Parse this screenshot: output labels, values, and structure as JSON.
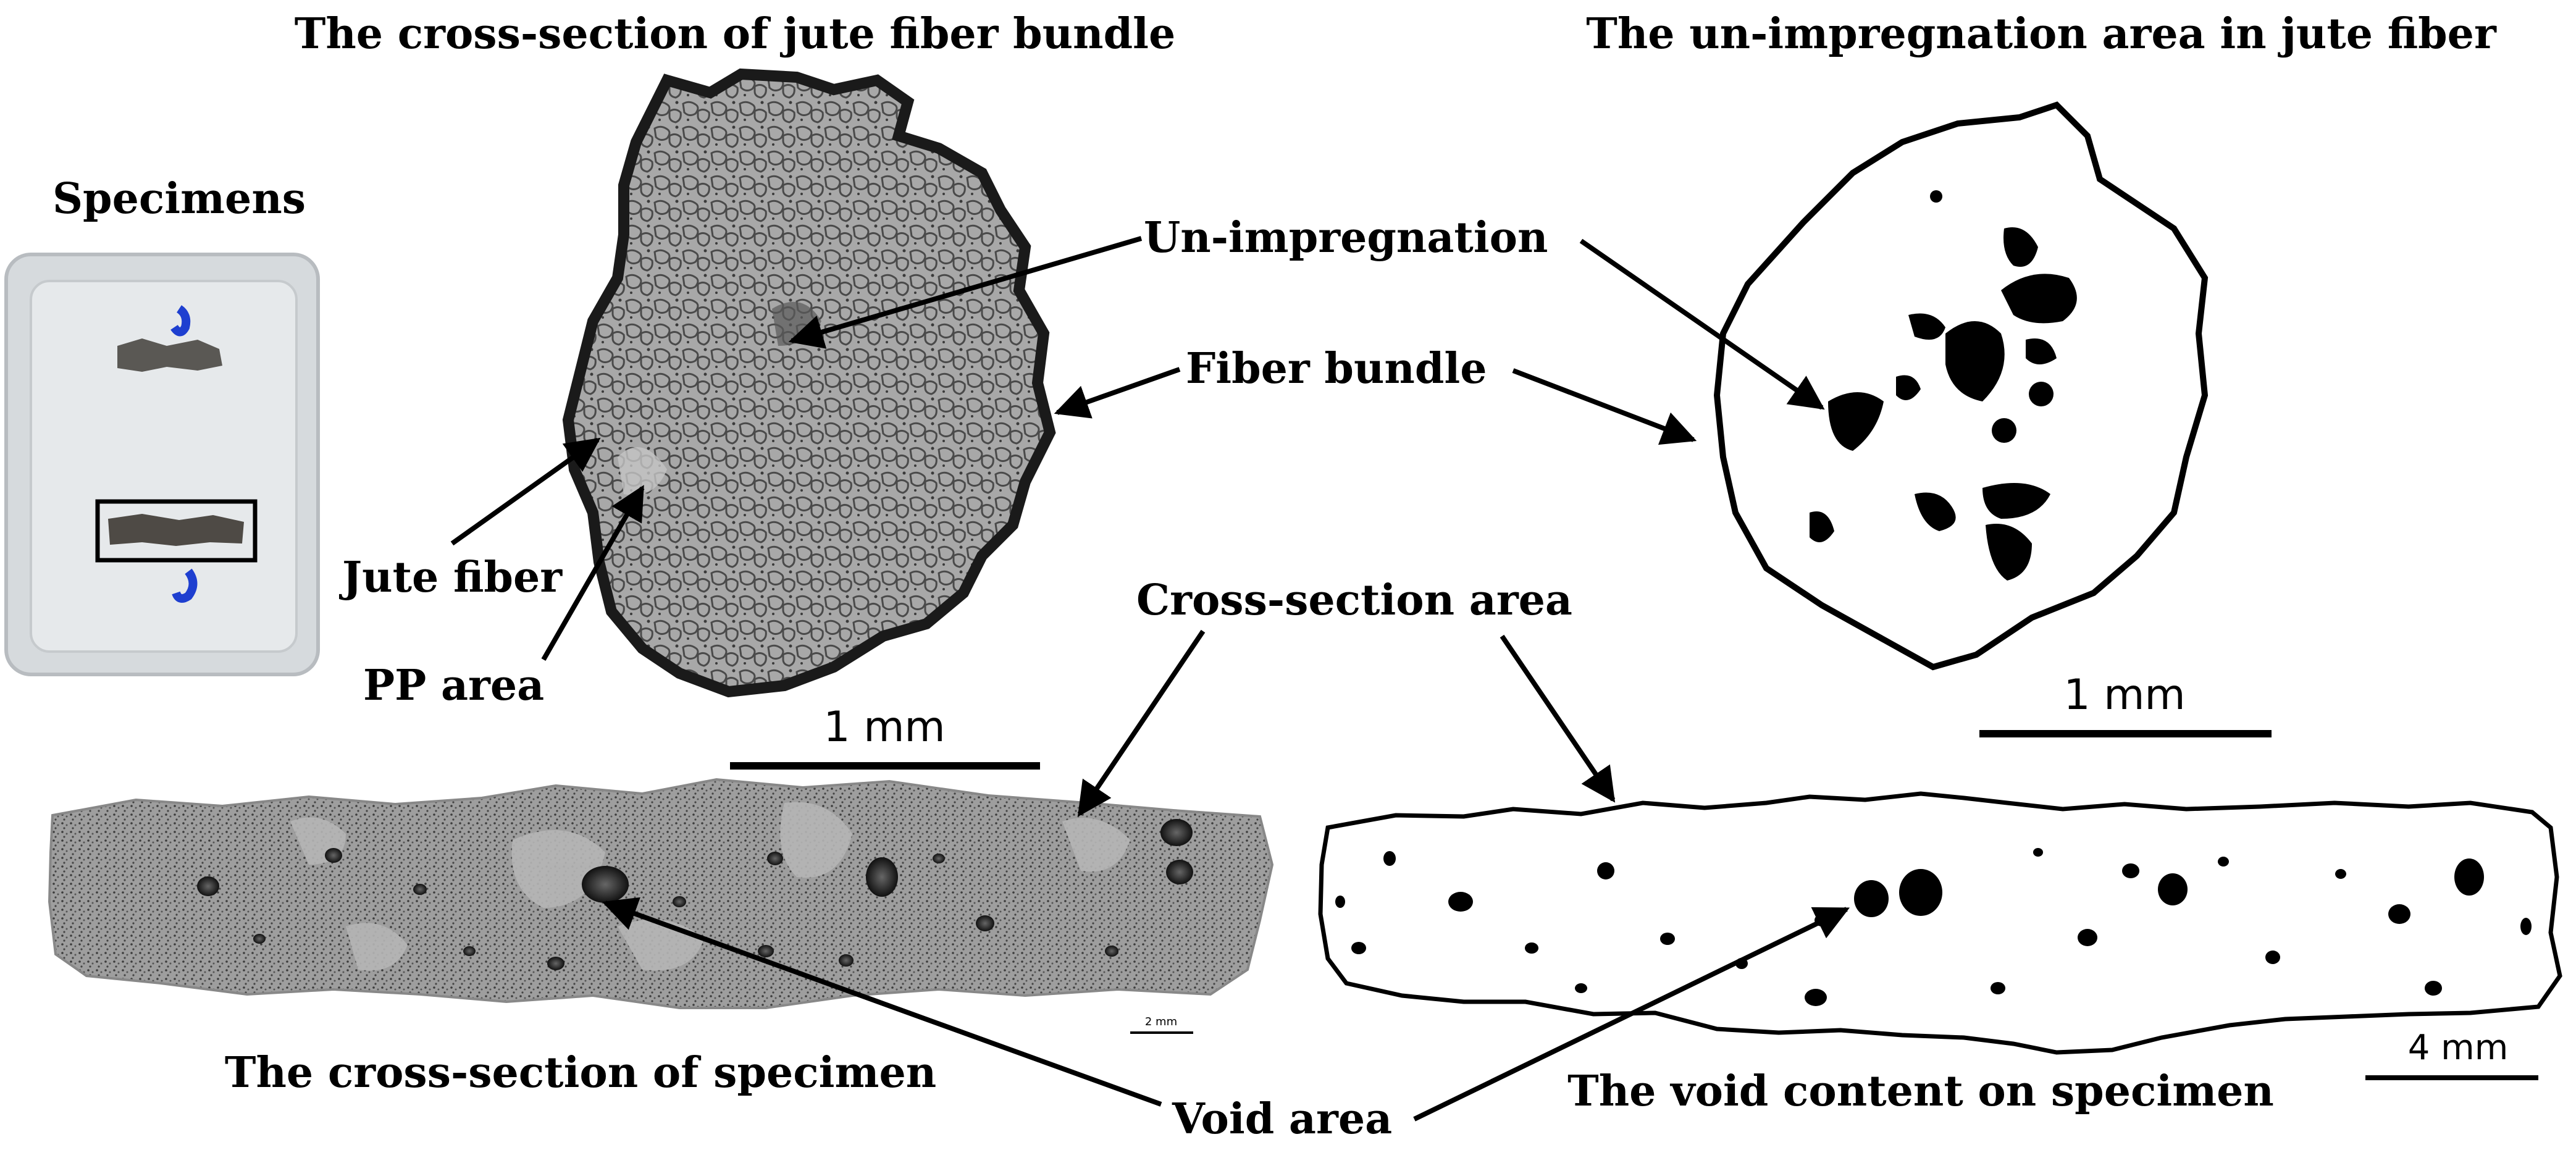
{
  "titles": {
    "bundle_cross_section": "The cross-section of jute fiber bundle",
    "unimpregnation_area": "The un-impregnation area in jute fiber",
    "specimens": "Specimens",
    "specimen_cross_section": "The cross-section of specimen",
    "void_content": "The void content on specimen"
  },
  "labels": {
    "un_impregnation": "Un-impregnation",
    "fiber_bundle": "Fiber bundle",
    "jute_fiber": "Jute fiber",
    "pp_area": "PP area",
    "cross_section_area": "Cross-section area",
    "void_area": "Void area"
  },
  "scale_bars": {
    "bundle": "1 mm",
    "binary_bundle": "1 mm",
    "specimen": "2 mm",
    "binary_specimen": "4 mm"
  },
  "colors": {
    "background": "#ffffff",
    "ink": "#000000",
    "micrograph_fill": "#a9a9a9",
    "micrograph_texture": "#4a4a4a",
    "void_fill": "#111111",
    "resin_block": "#d9dde0",
    "marker_blue": "#1e3fd0"
  }
}
